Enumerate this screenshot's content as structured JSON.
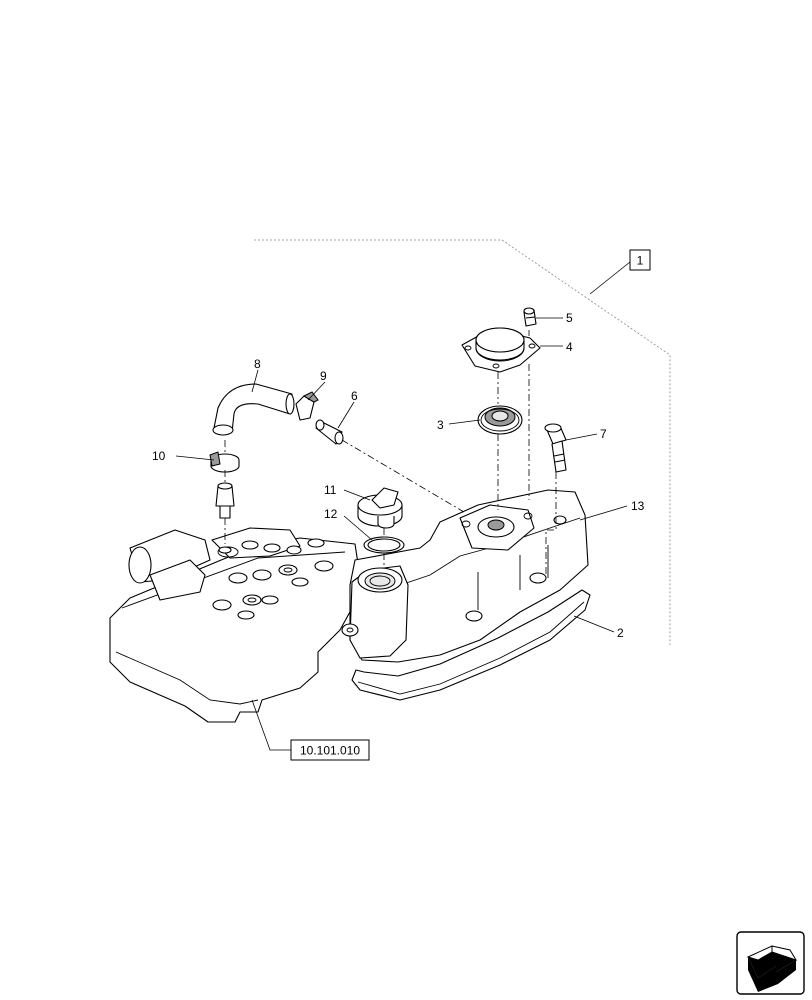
{
  "callouts": {
    "group": "1",
    "c2": "2",
    "c3": "3",
    "c4": "4",
    "c5": "5",
    "c6": "6",
    "c7": "7",
    "c8": "8",
    "c9": "9",
    "c10": "10",
    "c11": "11",
    "c12": "12",
    "c13": "13"
  },
  "reference": "10.101.010",
  "nav_icon": "next-page-arrow-icon"
}
